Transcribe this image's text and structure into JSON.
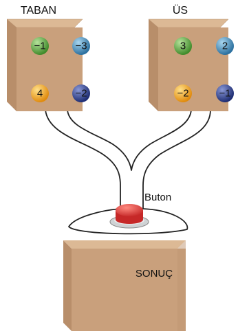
{
  "labels": {
    "base": "TABAN",
    "exponent": "ÜS",
    "button": "Buton",
    "result": "SONUÇ"
  },
  "base_box": {
    "balls": [
      {
        "value": "−1",
        "color": "#5aaa3c"
      },
      {
        "value": "−3",
        "color": "#3a8fc0"
      },
      {
        "value": "4",
        "color": "#f2a51d"
      },
      {
        "value": "−2",
        "color": "#2a3f91"
      }
    ]
  },
  "exponent_box": {
    "balls": [
      {
        "value": "3",
        "color": "#5aaa3c"
      },
      {
        "value": "2",
        "color": "#3a8fc0"
      },
      {
        "value": "−2",
        "color": "#f2a51d"
      },
      {
        "value": "−1",
        "color": "#2a3f91"
      }
    ]
  },
  "colors": {
    "box_front": "#c9a07c",
    "box_side": "#b88e6a",
    "box_top": "#dcb995",
    "button_red": "#e53935"
  }
}
